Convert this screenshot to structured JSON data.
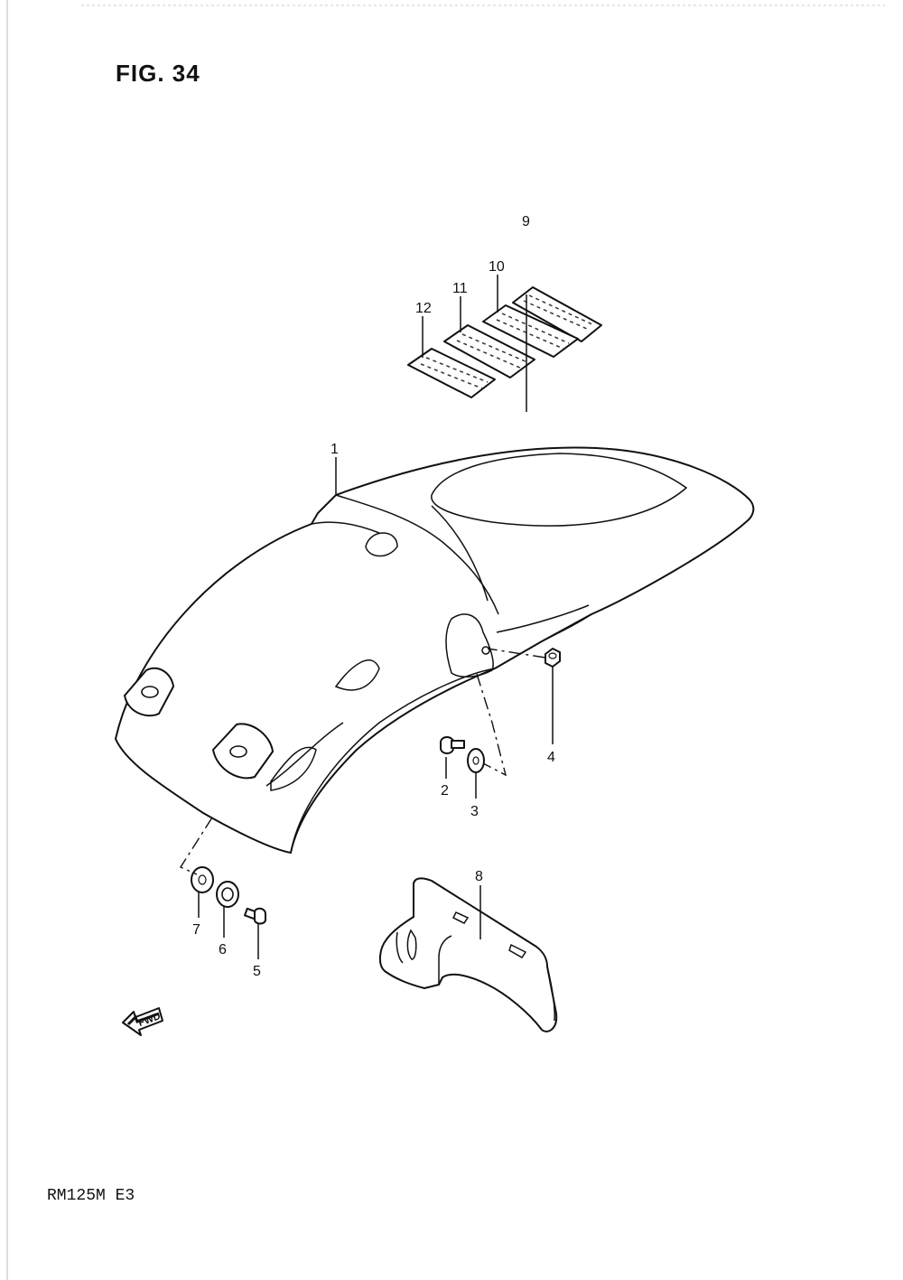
{
  "figure": {
    "title": "FIG. 34",
    "model": "RM125M  E3",
    "fwd_label": "FWD"
  },
  "callouts": [
    {
      "id": "1",
      "label": "1"
    },
    {
      "id": "2",
      "label": "2"
    },
    {
      "id": "3",
      "label": "3"
    },
    {
      "id": "4",
      "label": "4"
    },
    {
      "id": "5",
      "label": "5"
    },
    {
      "id": "6",
      "label": "6"
    },
    {
      "id": "7",
      "label": "7"
    },
    {
      "id": "8",
      "label": "8"
    },
    {
      "id": "9",
      "label": "9"
    },
    {
      "id": "10",
      "label": "10"
    },
    {
      "id": "11",
      "label": "11"
    },
    {
      "id": "12",
      "label": "12"
    }
  ],
  "icons": {
    "fwd": "fwd-arrow-icon"
  }
}
